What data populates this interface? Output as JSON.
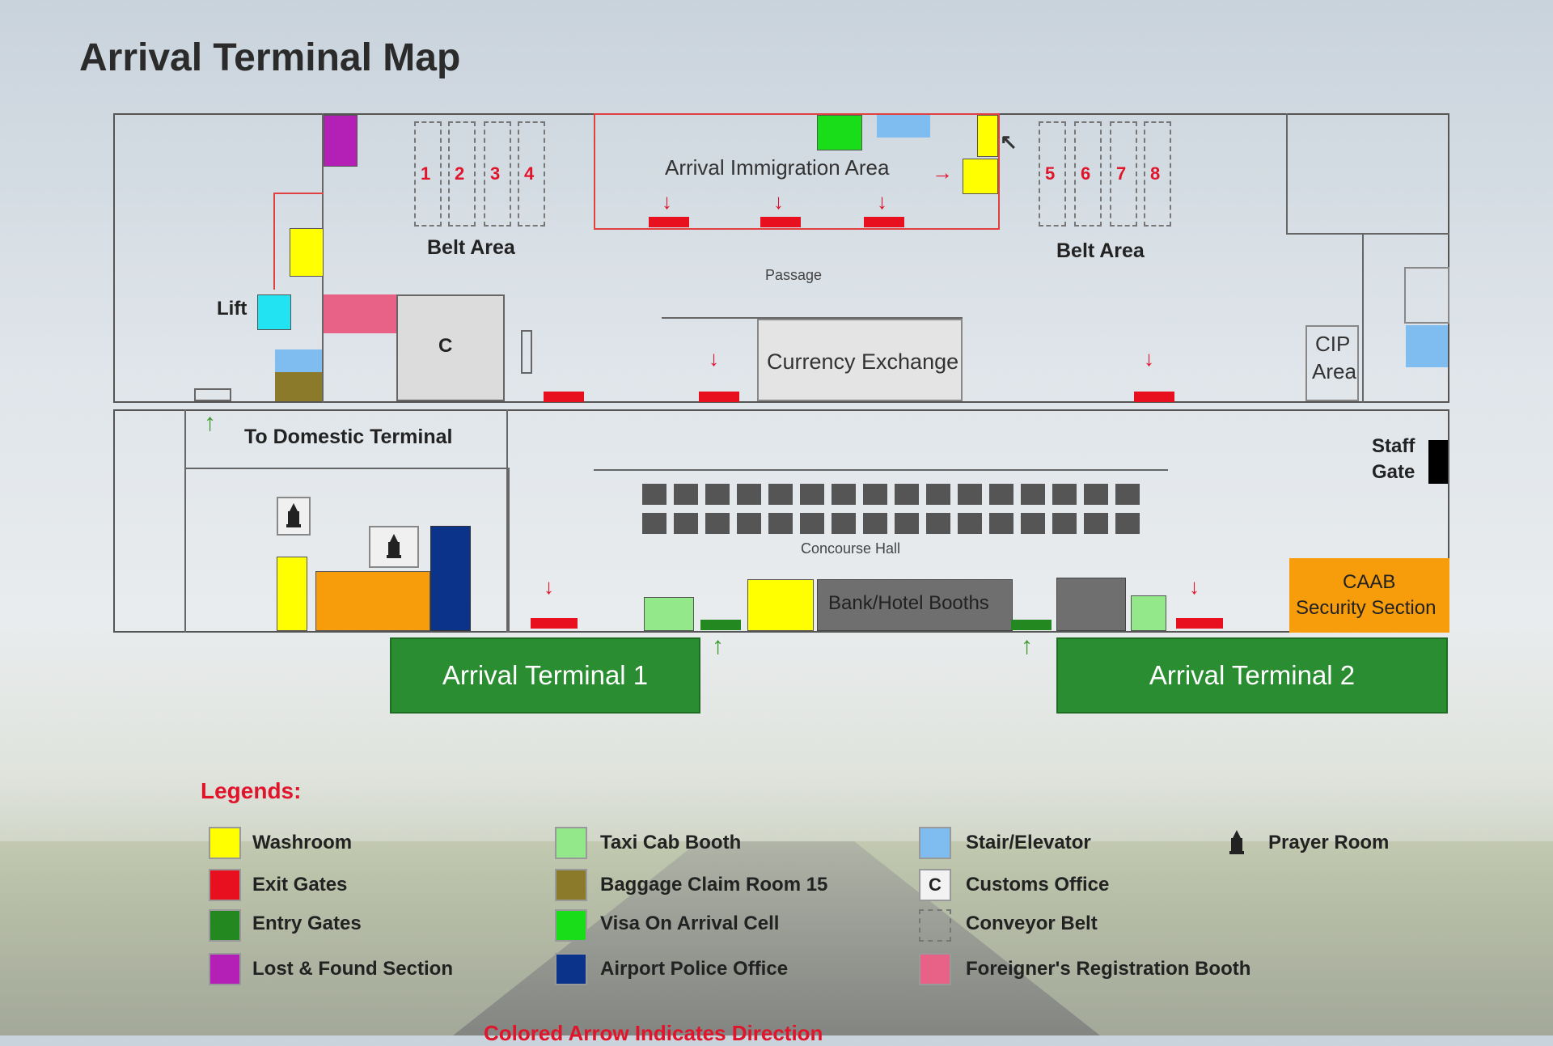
{
  "title": "Arrival Terminal Map",
  "colors": {
    "washroom": "#ffff00",
    "exit_gates": "#e8101e",
    "entry_gates": "#22881f",
    "lost_found": "#b41fb6",
    "taxi_cab": "#93e88a",
    "baggage_claim": "#8a7a2a",
    "visa_on_arrival": "#18dd18",
    "airport_police": "#0a3389",
    "stair_elevator": "#7fbdf0",
    "customs_office": "#dcdcdc",
    "foreigners_registration": "#e86187",
    "caab_security": "#f79c0a",
    "lift": "#21e3f2",
    "bank_hotel": "#6f6f6f",
    "staff_gate": "#000000"
  },
  "map": {
    "upper": {
      "belt_area_left": {
        "label": "Belt Area",
        "belts": [
          "1",
          "2",
          "3",
          "4"
        ]
      },
      "belt_area_right": {
        "label": "Belt Area",
        "belts": [
          "5",
          "6",
          "7",
          "8"
        ]
      },
      "immigration_label": "Arrival Immigration Area",
      "passage_label": "Passage",
      "lift_label": "Lift",
      "customs_label": "C",
      "currency_exchange_label": "Currency Exchange",
      "cip_label_1": "CIP",
      "cip_label_2": "Area"
    },
    "lower": {
      "domestic_label": "To Domestic Terminal",
      "staff_gate_1": "Staff",
      "staff_gate_2": "Gate",
      "concourse_label": "Concourse Hall",
      "bank_label": "Bank/Hotel Booths",
      "caab_1": "CAAB",
      "caab_2": "Security Section"
    },
    "terminals": [
      {
        "label": "Arrival Terminal 1"
      },
      {
        "label": "Arrival Terminal 2"
      }
    ]
  },
  "legend": {
    "title": "Legends:",
    "items": [
      {
        "label": "Washroom",
        "icon": "washroom-swatch"
      },
      {
        "label": "Exit Gates",
        "icon": "exit-gates-swatch"
      },
      {
        "label": "Entry Gates",
        "icon": "entry-gates-swatch"
      },
      {
        "label": "Lost & Found Section",
        "icon": "lost-found-swatch"
      },
      {
        "label": "Taxi Cab Booth",
        "icon": "taxi-cab-swatch"
      },
      {
        "label": "Baggage Claim Room 15",
        "icon": "baggage-claim-swatch"
      },
      {
        "label": "Visa On Arrival Cell",
        "icon": "visa-swatch"
      },
      {
        "label": "Airport Police Office",
        "icon": "police-swatch"
      },
      {
        "label": "Stair/Elevator",
        "icon": "stair-swatch"
      },
      {
        "label": "Customs Office",
        "icon": "customs-swatch",
        "glyph": "C"
      },
      {
        "label": "Conveyor Belt",
        "icon": "conveyor-swatch"
      },
      {
        "label": "Foreigner's Registration Booth",
        "icon": "registration-swatch"
      },
      {
        "label": "Prayer Room",
        "icon": "prayer-room-icon"
      }
    ],
    "footer": "Colored Arrow Indicates Direction"
  }
}
